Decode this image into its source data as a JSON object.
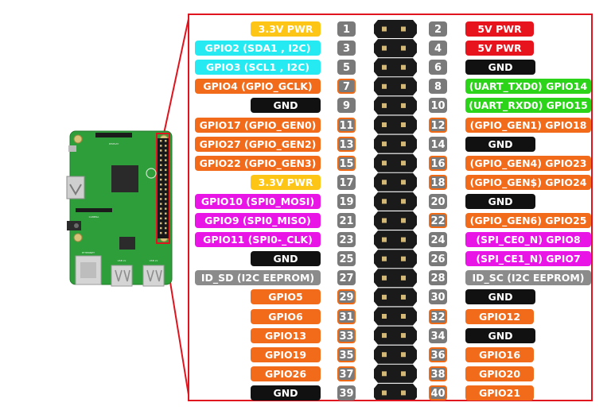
{
  "colors": {
    "power3v3": "#fdc516",
    "power5v": "#e7131d",
    "ground": "#111111",
    "gpio": "#f26b1b",
    "i2c": "#26eaf2",
    "uart": "#2bd319",
    "spi": "#e815e6",
    "eeprom": "#8b8b8b",
    "pinNumber": "#7a7a7a",
    "pinHighlight": "#f06a16",
    "frame": "#e0141e"
  },
  "board": {
    "label_display": "DISPLAY",
    "label_camera": "CAMERA",
    "label_ethernet": "ETHERNET",
    "label_usb_left": "USB 2x",
    "label_usb_right": "USB 2x"
  },
  "pins": [
    {
      "num": "1",
      "label": "3.3V PWR",
      "type": "power3v3",
      "hl": false
    },
    {
      "num": "2",
      "label": "5V PWR",
      "type": "power5v",
      "hl": false
    },
    {
      "num": "3",
      "label": "GPIO2 (SDA1 , I2C)",
      "type": "i2c",
      "hl": false
    },
    {
      "num": "4",
      "label": "5V PWR",
      "type": "power5v",
      "hl": false
    },
    {
      "num": "5",
      "label": "GPIO3 (SCL1 , I2C)",
      "type": "i2c",
      "hl": false
    },
    {
      "num": "6",
      "label": "GND",
      "type": "ground",
      "hl": false
    },
    {
      "num": "7",
      "label": "GPIO4 (GPIO_GCLK)",
      "type": "gpio",
      "hl": true
    },
    {
      "num": "8",
      "label": "(UART_TXD0) GPIO14",
      "type": "uart",
      "hl": false
    },
    {
      "num": "9",
      "label": "GND",
      "type": "ground",
      "hl": false
    },
    {
      "num": "10",
      "label": "(UART_RXD0) GPIO15",
      "type": "uart",
      "hl": false
    },
    {
      "num": "11",
      "label": "GPIO17 (GPIO_GEN0)",
      "type": "gpio",
      "hl": true
    },
    {
      "num": "12",
      "label": "(GPIO_GEN1) GPIO18",
      "type": "gpio",
      "hl": true
    },
    {
      "num": "13",
      "label": "GPIO27 (GPIO_GEN2)",
      "type": "gpio",
      "hl": true
    },
    {
      "num": "14",
      "label": "GND",
      "type": "ground",
      "hl": false
    },
    {
      "num": "15",
      "label": "GPIO22 (GPIO_GEN3)",
      "type": "gpio",
      "hl": true
    },
    {
      "num": "16",
      "label": "(GPIO_GEN4) GPIO23",
      "type": "gpio",
      "hl": true
    },
    {
      "num": "17",
      "label": "3.3V PWR",
      "type": "power3v3",
      "hl": false
    },
    {
      "num": "18",
      "label": "(GPIO_GEN$) GPIO24",
      "type": "gpio",
      "hl": true
    },
    {
      "num": "19",
      "label": "GPIO10 (SPI0_MOSI)",
      "type": "spi",
      "hl": false
    },
    {
      "num": "20",
      "label": "GND",
      "type": "ground",
      "hl": false
    },
    {
      "num": "21",
      "label": "GPIO9 (SPI0_MISO)",
      "type": "spi",
      "hl": false
    },
    {
      "num": "22",
      "label": "(GPIO_GEN6) GPIO25",
      "type": "gpio",
      "hl": true
    },
    {
      "num": "23",
      "label": "GPIO11 (SPI0-_CLK)",
      "type": "spi",
      "hl": false
    },
    {
      "num": "24",
      "label": "(SPI_CE0_N) GPIO8",
      "type": "spi",
      "hl": false
    },
    {
      "num": "25",
      "label": "GND",
      "type": "ground",
      "hl": false
    },
    {
      "num": "26",
      "label": "(SPI_CE1_N) GPIO7",
      "type": "spi",
      "hl": false
    },
    {
      "num": "27",
      "label": "ID_SD (I2C EEPROM)",
      "type": "eeprom",
      "hl": false
    },
    {
      "num": "28",
      "label": "ID_SC (I2C EEPROM)",
      "type": "eeprom",
      "hl": false
    },
    {
      "num": "29",
      "label": "GPIO5",
      "type": "gpio",
      "hl": true
    },
    {
      "num": "30",
      "label": "GND",
      "type": "ground",
      "hl": false
    },
    {
      "num": "31",
      "label": "GPIO6",
      "type": "gpio",
      "hl": true
    },
    {
      "num": "32",
      "label": "GPIO12",
      "type": "gpio",
      "hl": true
    },
    {
      "num": "33",
      "label": "GPIO13",
      "type": "gpio",
      "hl": true
    },
    {
      "num": "34",
      "label": "GND",
      "type": "ground",
      "hl": false
    },
    {
      "num": "35",
      "label": "GPIO19",
      "type": "gpio",
      "hl": true
    },
    {
      "num": "36",
      "label": "GPIO16",
      "type": "gpio",
      "hl": true
    },
    {
      "num": "37",
      "label": "GPIO26",
      "type": "gpio",
      "hl": true
    },
    {
      "num": "38",
      "label": "GPIO20",
      "type": "gpio",
      "hl": true
    },
    {
      "num": "39",
      "label": "GND",
      "type": "ground",
      "hl": false
    },
    {
      "num": "40",
      "label": "GPIO21",
      "type": "gpio",
      "hl": true
    }
  ]
}
